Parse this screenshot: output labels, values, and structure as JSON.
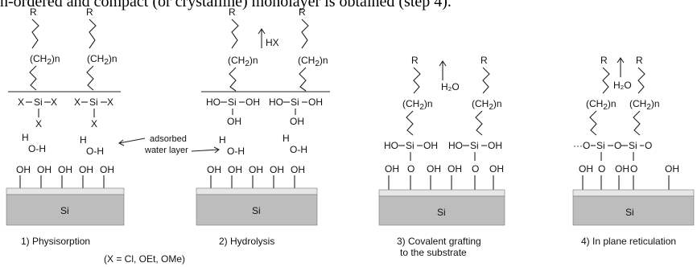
{
  "caption_top": "n-ordered and compact (or crystalline) monolayer is obtained (step 4).",
  "labels": {
    "R": "R",
    "ch2": "(CH",
    "sub2": "2",
    "subn": ")n",
    "si": "Si",
    "x": "X",
    "oh": "OH",
    "ho": "HO",
    "h": "H",
    "o_h": "O-H",
    "hx": "HX",
    "h2o": "H₂O",
    "o": "O",
    "o_dots": "···O",
    "si_dash": "Si",
    "adsorbed_line1": "adsorbed",
    "adsorbed_line2": "water layer"
  },
  "steps": {
    "s1": "1) Physisorption",
    "s1_note": "(X = Cl, OEt, OMe)",
    "s2": "2) Hydrolysis",
    "s3_line1": "3) Covalent grafting",
    "s3_line2": "to the substrate",
    "s4": "4) In plane reticulation"
  },
  "colors": {
    "substrate": "#bdbdbd",
    "surface_band": "#e6e6e6",
    "line": "#222222"
  }
}
